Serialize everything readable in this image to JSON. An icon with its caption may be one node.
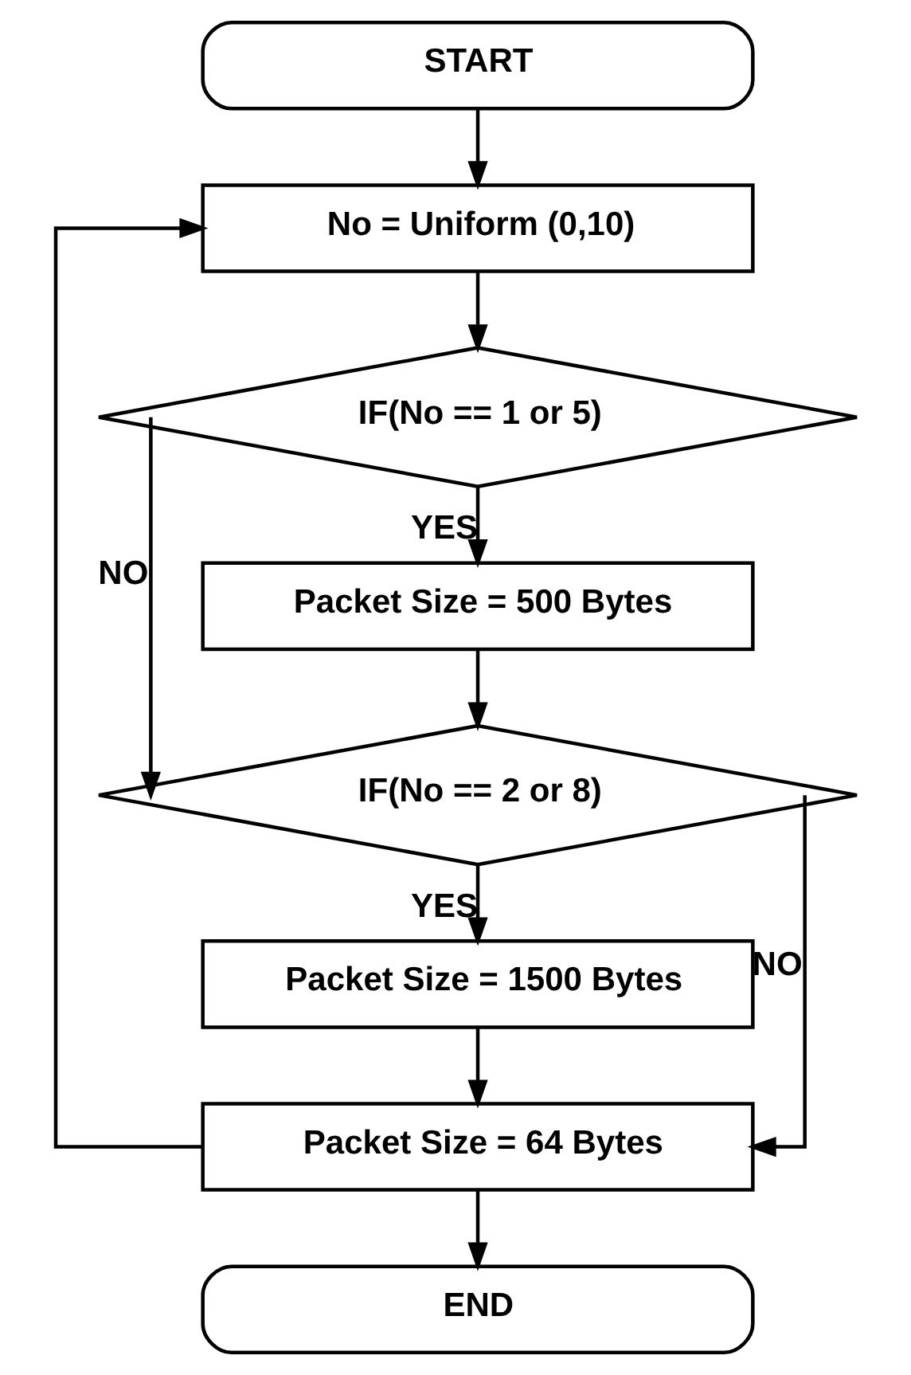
{
  "diagram": {
    "nodes": [
      {
        "text": [
          "START"
        ]
      },
      {
        "text": [
          "No = Uniform (0,10)"
        ]
      },
      {
        "text": [
          "IF(No == 1 or 5)"
        ]
      },
      {
        "text": [
          "Packet Size = 500 Bytes"
        ]
      },
      {
        "text": [
          "IF(No == 2 or 8)"
        ]
      },
      {
        "text": [
          "Packet Size = 1500 Bytes"
        ]
      },
      {
        "text": [
          "Packet Size = 64 Bytes"
        ]
      },
      {
        "text": [
          "END"
        ]
      }
    ],
    "edges": [
      {
        "from": 0,
        "to": 1,
        "arrow": "to"
      },
      {
        "from": 1,
        "to": 2,
        "arrow": "to"
      },
      {
        "from": 2,
        "to": 3,
        "arrow": "to",
        "label": "YES"
      },
      {
        "from": 3,
        "to": 4,
        "arrow": "to"
      },
      {
        "from": 2,
        "to": 4,
        "arrow": "to",
        "label": "NO"
      },
      {
        "from": 4,
        "to": 5,
        "arrow": "to",
        "label": "YES"
      },
      {
        "from": 5,
        "to": 6,
        "arrow": "to"
      },
      {
        "from": 4,
        "to": 6,
        "arrow": "to",
        "label": "NO"
      },
      {
        "from": 6,
        "to": 1,
        "arrow": "to"
      },
      {
        "from": 6,
        "to": 7,
        "arrow": "to"
      }
    ]
  }
}
